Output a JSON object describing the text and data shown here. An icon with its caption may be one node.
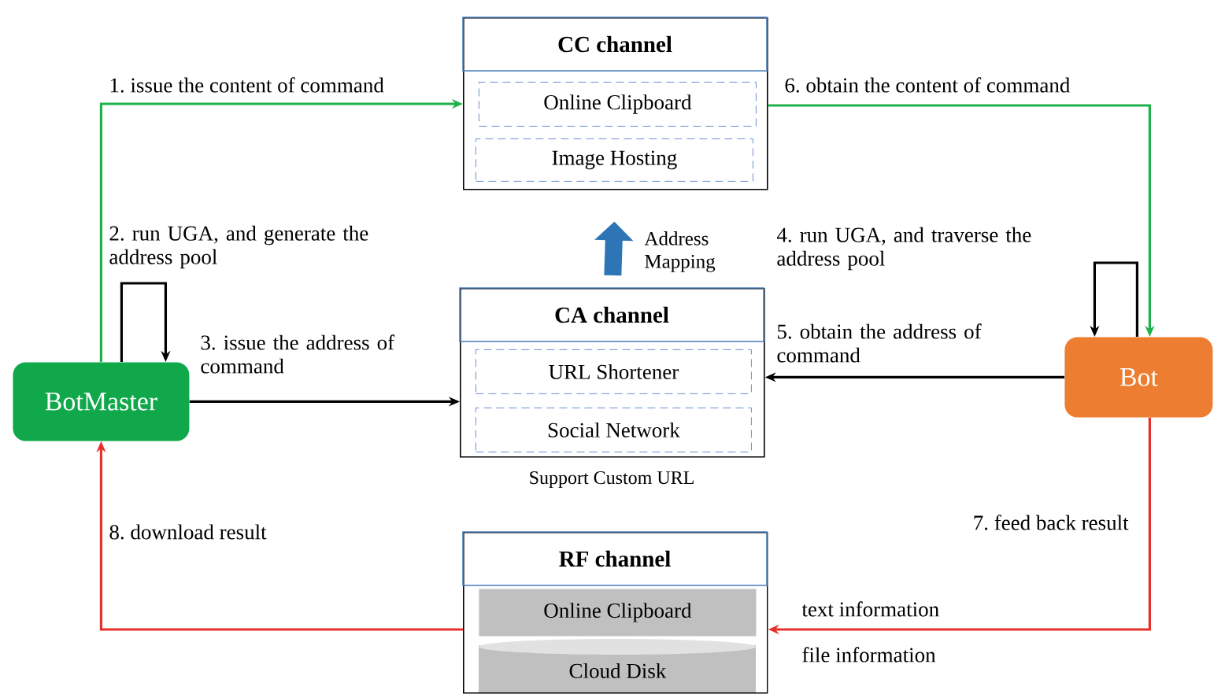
{
  "diagram": {
    "nodes": [
      {
        "text": [
          "CC channel"
        ]
      },
      {
        "text": [
          "Online Clipboard"
        ],
        "in": 0
      },
      {
        "text": [
          "Image Hosting"
        ],
        "in": 0
      },
      {
        "text": [
          "CA channel"
        ],
        "beside": [
          "Support Custom URL"
        ]
      },
      {
        "text": [
          "URL Shortener"
        ],
        "in": 3
      },
      {
        "text": [
          "Social Network"
        ],
        "in": 3
      },
      {
        "text": [
          "RF channel"
        ]
      },
      {
        "text": [
          "Online Clipboard"
        ],
        "in": 6
      },
      {
        "text": [
          "Cloud Disk"
        ],
        "in": 6
      },
      {
        "text": [
          "BotMaster"
        ]
      },
      {
        "text": [
          "Bot"
        ]
      }
    ],
    "edges": [
      {
        "from": 9,
        "to": 0,
        "arrow": "to",
        "label": "1. issue the content of command",
        "color": "#1fb24a"
      },
      {
        "from": 9,
        "to": 9,
        "arrow": "to",
        "label": "2. run UGA, and generate the address pool"
      },
      {
        "from": 9,
        "to": 3,
        "arrow": "to",
        "label": "3. issue the address of command"
      },
      {
        "from": 10,
        "to": 10,
        "arrow": "to",
        "label": "4. run UGA, and traverse the address pool"
      },
      {
        "from": 10,
        "to": 3,
        "arrow": "to",
        "label": "5. obtain the address of command"
      },
      {
        "from": 0,
        "to": 10,
        "arrow": "to",
        "label": "6. obtain the content of command",
        "color": "#1fb24a"
      },
      {
        "from": 10,
        "to": 6,
        "arrow": "to",
        "label": "7. feed back result",
        "color": "#e8302a"
      },
      {
        "from": 6,
        "to": 9,
        "arrow": "to",
        "label": "8. download result",
        "color": "#e8302a"
      },
      {
        "from": 3,
        "to": 0,
        "arrow": "to",
        "label": "Address Mapping",
        "style": "thick",
        "color": "#2e75b6"
      }
    ],
    "labels": [
      "text information",
      "file information"
    ]
  }
}
